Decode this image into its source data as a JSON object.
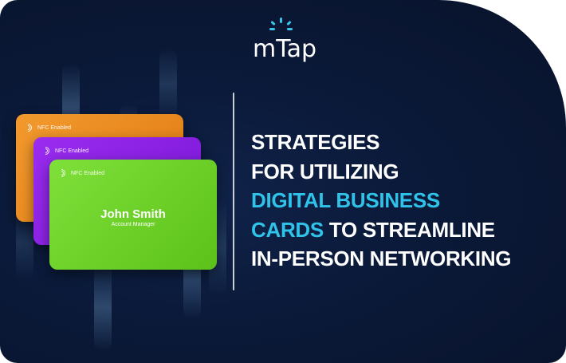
{
  "logo": {
    "text": "mTap"
  },
  "cards": [
    {
      "nfc_label": "NFC Enabled",
      "color": "#f0902a"
    },
    {
      "nfc_label": "NFC Enabled",
      "color": "#8c22ea"
    },
    {
      "nfc_label": "NFC Enabled",
      "color": "#6fd52a",
      "name": "John Smith",
      "role": "Account Manager"
    }
  ],
  "headline": {
    "line1": "STRATEGIES",
    "line2": "FOR UTILIZING",
    "line3": "DIGITAL BUSINESS",
    "line4_highlight": "CARDS",
    "line4_rest": " TO STREAMLINE",
    "line5": "IN-PERSON NETWORKING"
  },
  "colors": {
    "background": "#0b1a3a",
    "accent": "#2fc3ea",
    "text": "#ffffff"
  }
}
